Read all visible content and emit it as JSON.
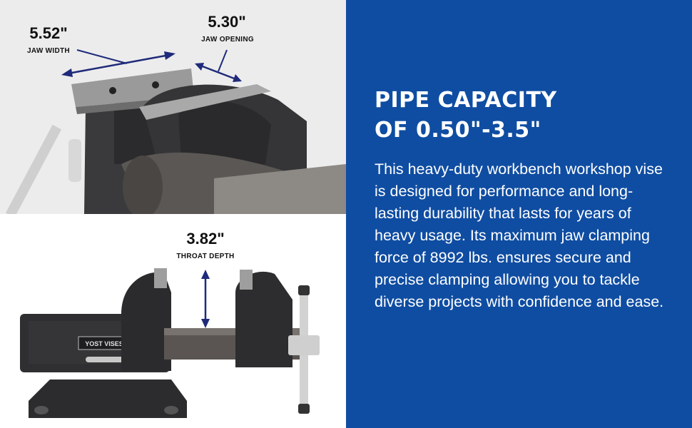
{
  "dimensions": {
    "jaw_width": {
      "value": "5.52\"",
      "label": "JAW WIDTH"
    },
    "jaw_opening": {
      "value": "5.30\"",
      "label": "JAW OPENING"
    },
    "throat_depth": {
      "value": "3.82\"",
      "label": "THROAT DEPTH"
    }
  },
  "logo_text": "YOST VISES",
  "heading": {
    "line1": "PIPE CAPACITY",
    "line2": "OF 0.50\"-3.5\""
  },
  "description": "This heavy-duty workbench workshop vise is designed for performance and long-lasting durability that lasts for years of heavy usage. Its maximum jaw clamping force of 8992 lbs. ensures secure and precise clamping allowing you to tackle diverse projects with confidence and ease.",
  "colors": {
    "panel_blue": "#0f4da2",
    "arrow_navy": "#1f2a7a",
    "vise_body": "#2e2e30"
  }
}
